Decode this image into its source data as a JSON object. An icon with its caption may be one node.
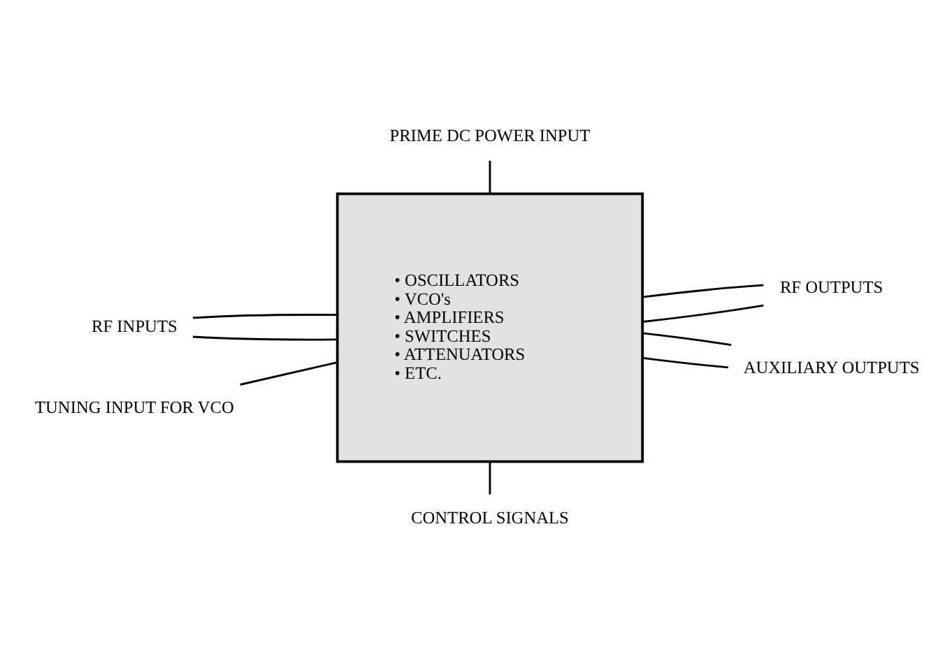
{
  "diagram": {
    "nodes": [
      {
        "text": [
          "• OSCILLATORS",
          "• VCO's",
          "• AMPLIFIERS",
          "• SWITCHES",
          "• ATTENUATORS",
          "• ETC."
        ]
      },
      {
        "text": [
          "PRIME DC POWER INPUT"
        ]
      },
      {
        "text": [
          "RF INPUTS"
        ]
      },
      {
        "text": [
          "TUNING INPUT FOR VCO"
        ]
      },
      {
        "text": [
          "RF OUTPUTS"
        ]
      },
      {
        "text": [
          "AUXILIARY OUTPUTS"
        ]
      },
      {
        "text": [
          "CONTROL SIGNALS"
        ]
      }
    ],
    "edges": [
      {
        "from": 1,
        "to": 0,
        "arrow": "none"
      },
      {
        "from": 2,
        "to": 0,
        "arrow": "none"
      },
      {
        "from": 2,
        "to": 0,
        "arrow": "none"
      },
      {
        "from": 3,
        "to": 0,
        "arrow": "none"
      },
      {
        "from": 0,
        "to": 4,
        "arrow": "none"
      },
      {
        "from": 0,
        "to": 4,
        "arrow": "none"
      },
      {
        "from": 0,
        "to": 5,
        "arrow": "none"
      },
      {
        "from": 0,
        "to": 5,
        "arrow": "none"
      },
      {
        "from": 0,
        "to": 6,
        "arrow": "none"
      }
    ]
  }
}
